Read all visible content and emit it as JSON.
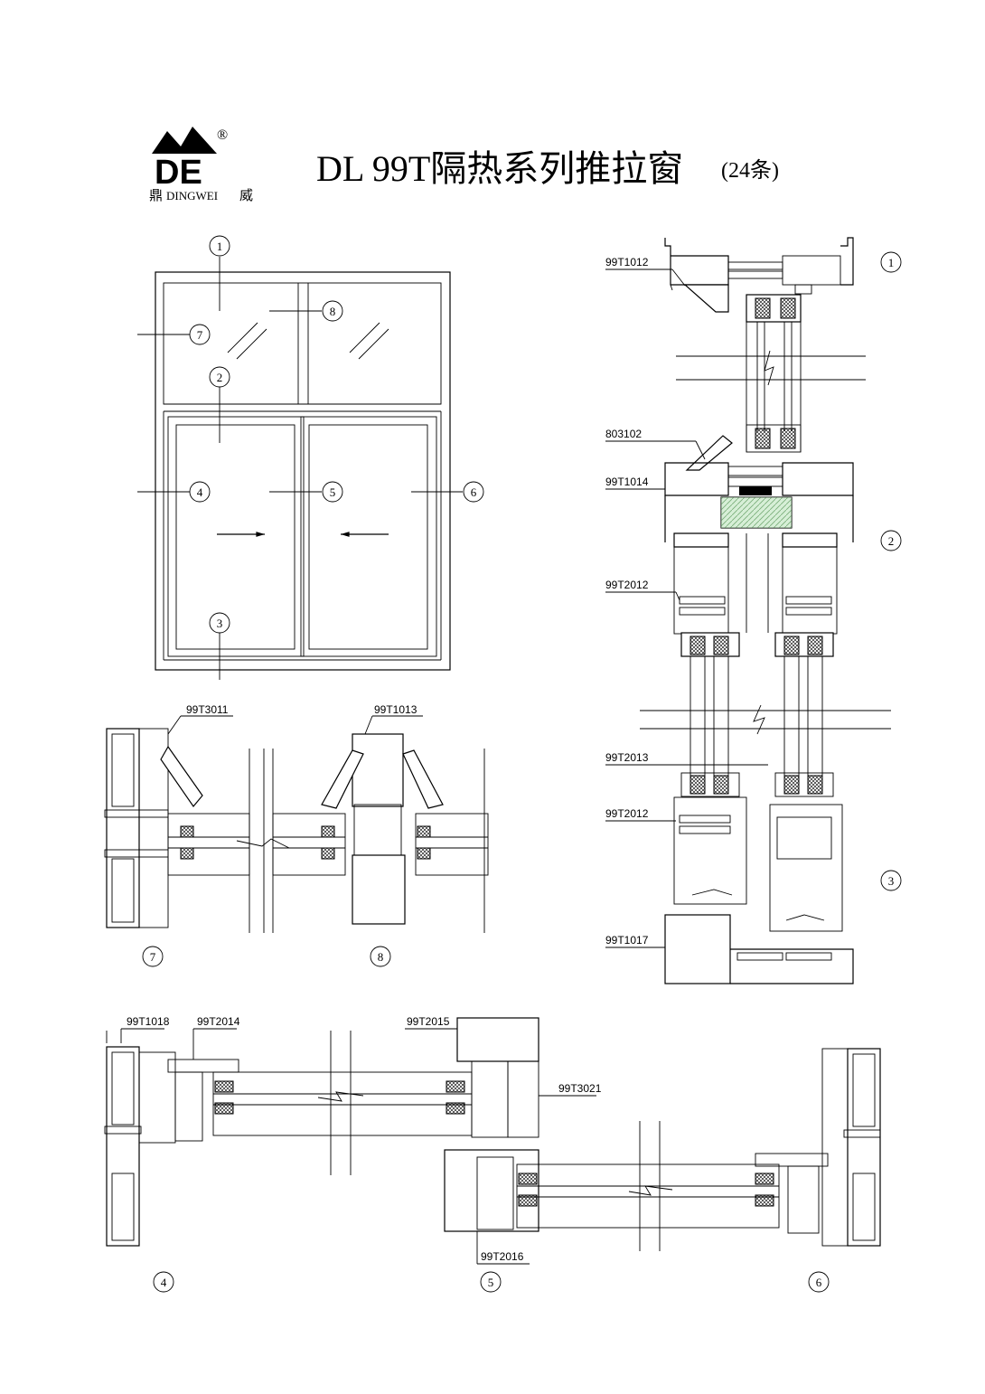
{
  "header": {
    "title": "DL 99T隔热系列推拉窗",
    "title_suffix": "(24条)",
    "logo_letters": "DE",
    "registered_mark": "®",
    "brand_cn_left": "鼎",
    "brand_en": "DINGWEI",
    "brand_cn_right": "威"
  },
  "elevation": {
    "callouts": [
      "1",
      "2",
      "3",
      "4",
      "5",
      "6",
      "7",
      "8"
    ]
  },
  "vertical_section": {
    "part_labels": [
      "99T1012",
      "803102",
      "99T1014",
      "99T2012",
      "99T2013",
      "99T2012",
      "99T1017"
    ],
    "callouts": [
      "1",
      "2",
      "3"
    ]
  },
  "detail_78": {
    "part_labels": [
      "99T3011",
      "99T1013"
    ],
    "callouts": [
      "7",
      "8"
    ]
  },
  "horizontal_section": {
    "part_labels": [
      "99T1018",
      "99T2014",
      "99T2015",
      "99T3021",
      "99T2016"
    ],
    "callouts": [
      "4",
      "5",
      "6"
    ]
  },
  "colors": {
    "line": "#000000",
    "thermal_break": "#b6e2b6"
  }
}
